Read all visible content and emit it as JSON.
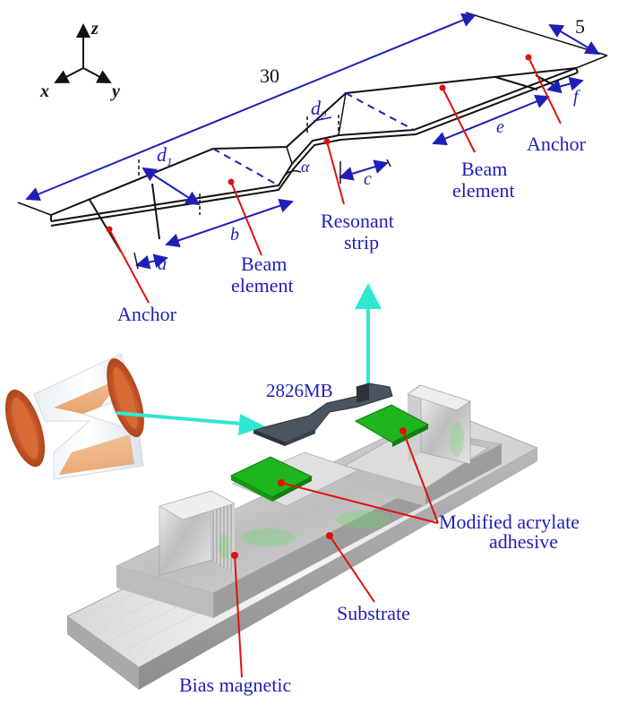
{
  "axes": {
    "z": "z",
    "x": "x",
    "y": "y"
  },
  "dimensions": {
    "total_length": "30",
    "width": "5",
    "a": "a",
    "b": "b",
    "c": "c",
    "d1": "d",
    "d1_sub": "1",
    "d2": "d",
    "d2_sub": "2",
    "e": "e",
    "f": "f",
    "alpha": "α"
  },
  "labels": {
    "anchor_left": "Anchor",
    "anchor_right": "Anchor",
    "beam_left_1": "Beam",
    "beam_left_2": "element",
    "beam_right_1": "Beam",
    "beam_right_2": "element",
    "resonant_1": "Resonant",
    "resonant_2": "strip",
    "strip_code": "2826MB",
    "adhesive_1": "Modified acrylate",
    "adhesive_2": "adhesive",
    "substrate": "Substrate",
    "bias": "Bias magnetic"
  },
  "colors": {
    "label_blue": "#1f1fb8",
    "leader_red": "#e01010",
    "arrow_cyan": "#2fe8d0",
    "adhesive_green": "#1fb51f",
    "strip_gray": "#4a5560",
    "hourglass_copper": "#c8501e"
  }
}
